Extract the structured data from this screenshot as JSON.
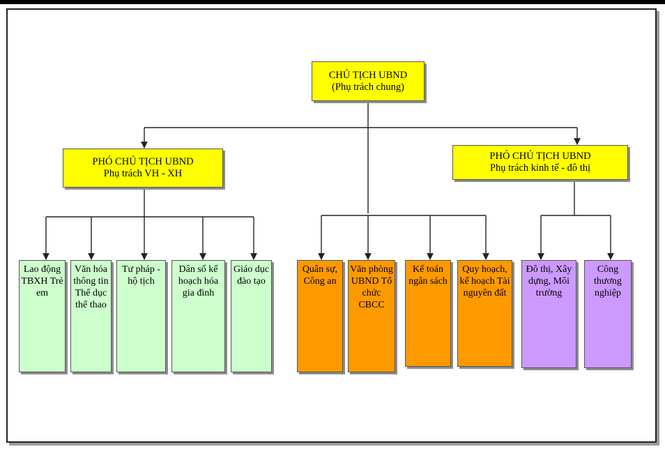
{
  "chairman": {
    "title": "CHỦ TỊCH UBND",
    "subtitle": "(Phụ trách chung)"
  },
  "vice_left": {
    "title": "PHÓ CHỦ TỊCH UBND",
    "subtitle": "Phụ trách VH - XH"
  },
  "vice_right": {
    "title": "PHÓ CHỦ TỊCH UBND",
    "subtitle": "Phụ trách kinh tế - đô thị"
  },
  "departments_left": [
    "Lao động TBXH Trẻ em",
    "Văn hóa thông tin Thể dục thể thao",
    "Tư pháp - hộ tịch",
    "Dân số kế hoạch hóa gia đình",
    "Giáo dục đào tạo"
  ],
  "departments_center": [
    "Quân sự, Công an",
    "Văn phòng UBND Tổ chức CBCC",
    "Kế toán ngân sách",
    "Quy hoạch, kế hoạch Tài nguyên đất"
  ],
  "departments_right": [
    "Đô thị, Xây dựng, Môi trường",
    "Công thương nghiệp"
  ],
  "colors": {
    "header_fill": "#ffff00",
    "left_fill": "#ccffcc",
    "center_fill": "#ff9900",
    "right_fill": "#cc99ff"
  }
}
